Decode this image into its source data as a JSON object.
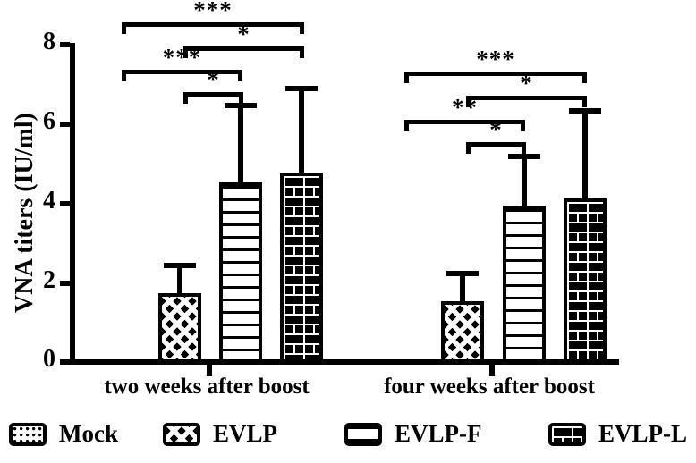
{
  "chart_data": {
    "type": "bar",
    "title": "",
    "xlabel": "",
    "ylabel": "VNA titers (IU/ml)",
    "ylim": [
      0,
      8
    ],
    "yticks": [
      0,
      2,
      4,
      6,
      8
    ],
    "ytick_labels": [
      "0",
      "2",
      "4",
      "6",
      "8"
    ],
    "grid": false,
    "legend_position": "bottom",
    "categories": [
      "two weeks after boost",
      "four weeks after boost"
    ],
    "series": [
      {
        "name": "Mock",
        "pattern": "dots",
        "values": [
          0.0,
          0.0
        ],
        "errors": [
          0.0,
          0.0
        ]
      },
      {
        "name": "EVLP",
        "pattern": "crosshatch",
        "values": [
          1.75,
          1.55
        ],
        "errors": [
          0.75,
          0.75
        ]
      },
      {
        "name": "EVLP-F",
        "pattern": "horizontal",
        "values": [
          4.55,
          3.95
        ],
        "errors": [
          2.0,
          1.3
        ]
      },
      {
        "name": "EVLP-L",
        "pattern": "brick",
        "values": [
          4.8,
          4.15
        ],
        "errors": [
          2.15,
          2.3
        ]
      }
    ],
    "annotations": [
      {
        "group": "two weeks after boost",
        "from": "EVLP",
        "to": "EVLP-L",
        "label": "***"
      },
      {
        "group": "two weeks after boost",
        "from": "EVLP-F",
        "to": "EVLP-L",
        "label": "*"
      },
      {
        "group": "two weeks after boost",
        "from": "EVLP",
        "to": "EVLP-F",
        "label": "***"
      },
      {
        "group": "two weeks after boost",
        "from": "EVLP-F",
        "to": "EVLP-F",
        "label": "*"
      },
      {
        "group": "four weeks after boost",
        "from": "EVLP",
        "to": "EVLP-L",
        "label": "***"
      },
      {
        "group": "four weeks after boost",
        "from": "EVLP-F",
        "to": "EVLP-L",
        "label": "*"
      },
      {
        "group": "four weeks after boost",
        "from": "EVLP",
        "to": "EVLP-F",
        "label": "**"
      },
      {
        "group": "four weeks after boost",
        "from": "EVLP-F",
        "to": "EVLP-F",
        "label": "*"
      }
    ]
  },
  "axis": {
    "y_title": "VNA titers (IU/ml)",
    "ticks": [
      {
        "value": "8"
      },
      {
        "value": "6"
      },
      {
        "value": "4"
      },
      {
        "value": "2"
      },
      {
        "value": "0"
      }
    ]
  },
  "groups": [
    {
      "label": "two weeks after boost"
    },
    {
      "label": "four weeks after boost"
    }
  ],
  "significance": {
    "g1": [
      {
        "label": "***"
      },
      {
        "label": "*"
      },
      {
        "label": "***"
      },
      {
        "label": "*"
      }
    ],
    "g2": [
      {
        "label": "***"
      },
      {
        "label": "*"
      },
      {
        "label": "**"
      },
      {
        "label": "*"
      }
    ]
  },
  "legend": {
    "items": [
      {
        "label": "Mock",
        "pattern": "dots-swatch"
      },
      {
        "label": "EVLP",
        "pattern": "crosshatch-swatch"
      },
      {
        "label": "EVLP-F",
        "pattern": "horizontal-lines-swatch"
      },
      {
        "label": "EVLP-L",
        "pattern": "brick-swatch"
      }
    ]
  },
  "colors": {
    "ink": "#000000",
    "background": "#ffffff"
  }
}
